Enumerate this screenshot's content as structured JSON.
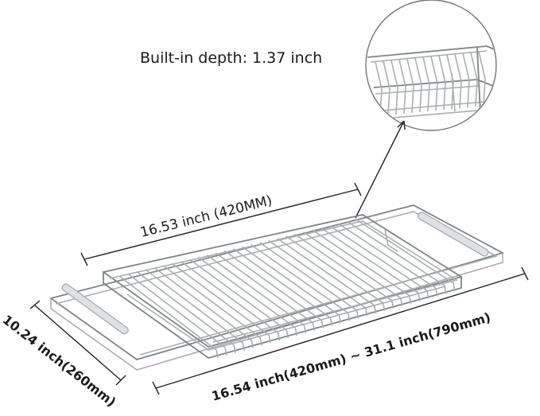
{
  "callout": {
    "label": "Built-in depth: 1.37 inch"
  },
  "dimensions": {
    "basket_length": "16.53 inch (420MM)",
    "frame_width": "10.24 inch(260mm)",
    "frame_length": "16.54 inch(420mm) ~ 31.1 inch(790mm)"
  },
  "colors": {
    "wire": "#a9aeb3",
    "line": "#222222"
  }
}
